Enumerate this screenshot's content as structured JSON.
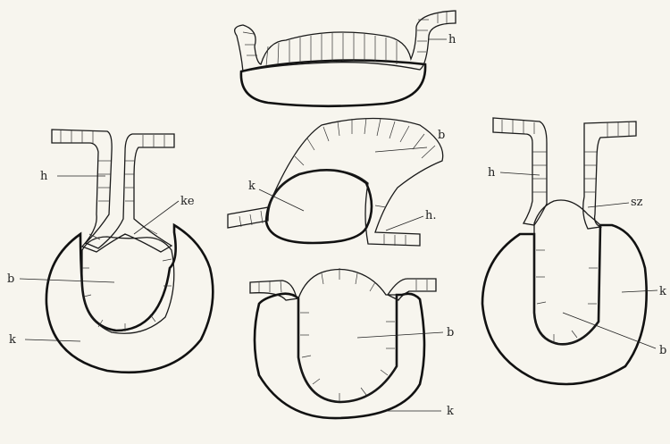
{
  "colors": {
    "paper": "#f7f5ee",
    "ink": "#1a1a1a",
    "stipple": "#d9d4c4"
  },
  "labels": {
    "top": {
      "h": "h"
    },
    "left": {
      "h": "h",
      "ke": "ke",
      "b": "b",
      "k": "k"
    },
    "middle_upper": {
      "b": "b",
      "k": "k",
      "h": "h."
    },
    "middle_lower": {
      "b": "b",
      "k": "k"
    },
    "right": {
      "h": "h",
      "sz": "sz",
      "k": "k",
      "b": "b"
    }
  }
}
